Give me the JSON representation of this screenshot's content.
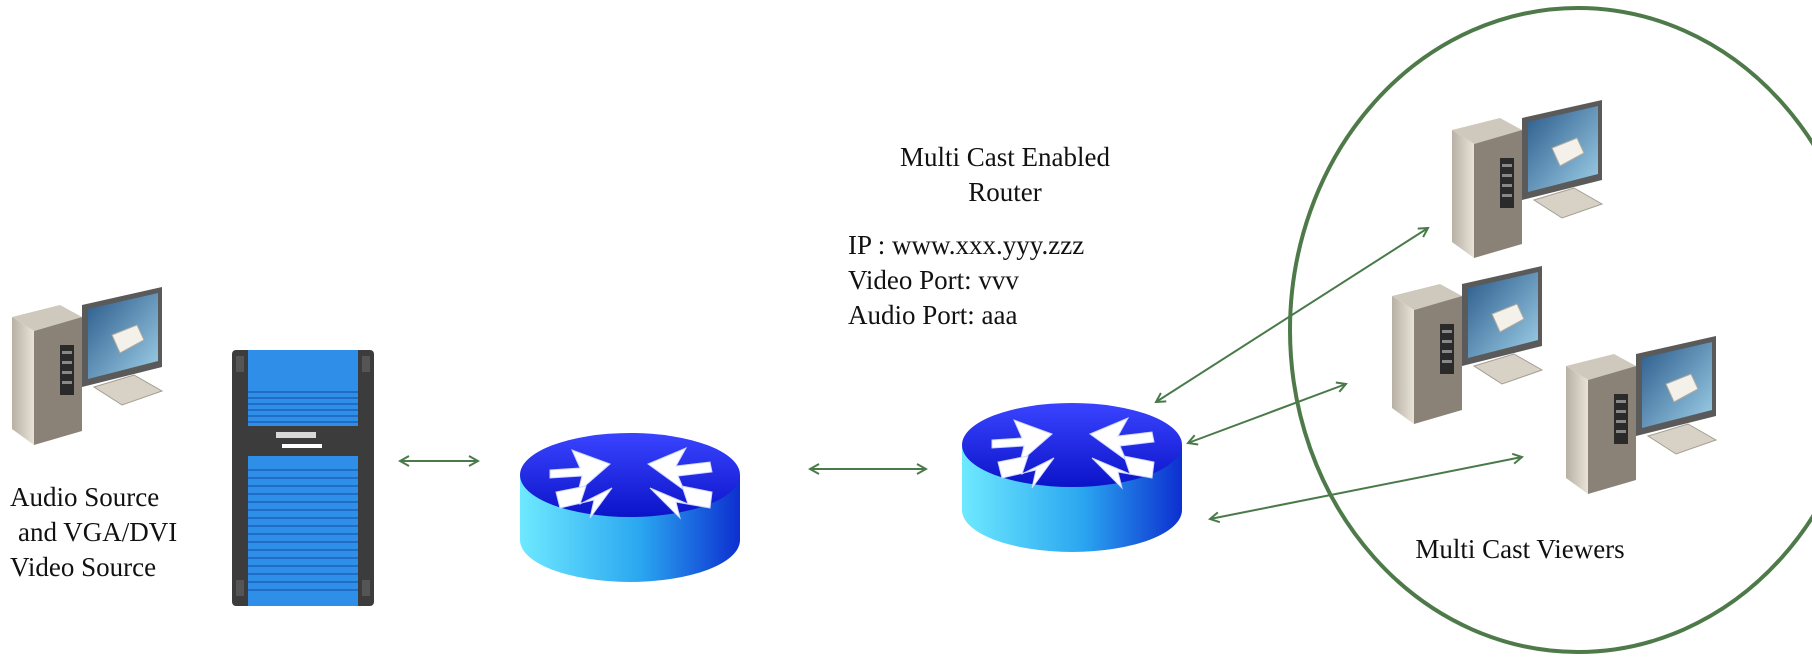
{
  "source": {
    "label_lines": [
      "Audio Source",
      "and VGA/DVI",
      "Video Source"
    ]
  },
  "router": {
    "title_lines": [
      "Multi Cast Enabled",
      "Router"
    ],
    "info_lines": [
      "IP : www.xxx.yyy.zzz",
      "Video Port: vvv",
      "Audio Port: aaa"
    ]
  },
  "viewers": {
    "label": "Multi Cast Viewers"
  },
  "colors": {
    "arrow": "#4a7a4a",
    "circle": "#4e7a4a",
    "router_top": "#1a22e0",
    "router_side": "#4fd6f5",
    "encoder_blue": "#2f8fe8",
    "encoder_frame": "#3a3a3a"
  },
  "icons": [
    "workstation-icon",
    "encoder-rack-icon",
    "router-icon"
  ]
}
